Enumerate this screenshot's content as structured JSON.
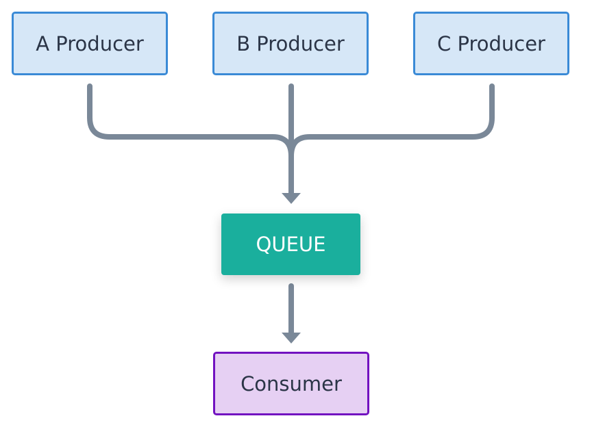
{
  "producers": [
    {
      "label": "A Producer"
    },
    {
      "label": "B Producer"
    },
    {
      "label": "C Producer"
    }
  ],
  "queue": {
    "label": "QUEUE",
    "color": "#1aaf9d"
  },
  "consumer": {
    "label": "Consumer"
  },
  "colors": {
    "producer_fill": "#d6e7f7",
    "producer_border": "#3a8ad6",
    "consumer_fill": "#e6d0f3",
    "consumer_border": "#7212c0",
    "connector": "#7a8898",
    "text": "#2b3547"
  }
}
